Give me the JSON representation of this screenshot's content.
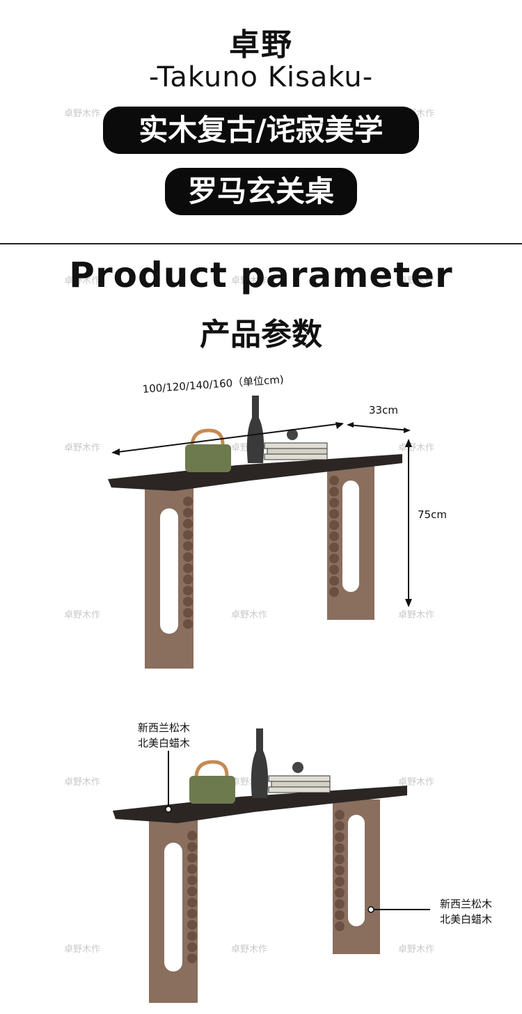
{
  "header": {
    "brand_cn": "卓野",
    "brand_en": "-Takuno Kisaku-",
    "tag1": "实木复古/诧寂美学",
    "tag2": "罗马玄关桌"
  },
  "section": {
    "title_en": "Product parameter",
    "title_cn": "产品参数"
  },
  "dimensions": {
    "length": "100/120/140/160（单位cm)",
    "depth": "33cm",
    "height": "75cm"
  },
  "materials": {
    "left_line1": "新西兰松木",
    "left_line2": "北美白蜡木",
    "right_line1": "新西兰松木",
    "right_line2": "北美白蜡木"
  },
  "watermark": "卓野木作",
  "colors": {
    "pill": "#0b0b0b",
    "tabletop": "#2b2623",
    "leg": "#8a6e5e",
    "speaker": "#6d7a4e"
  },
  "icons": [
    "table-illustration",
    "arrow-icon"
  ]
}
